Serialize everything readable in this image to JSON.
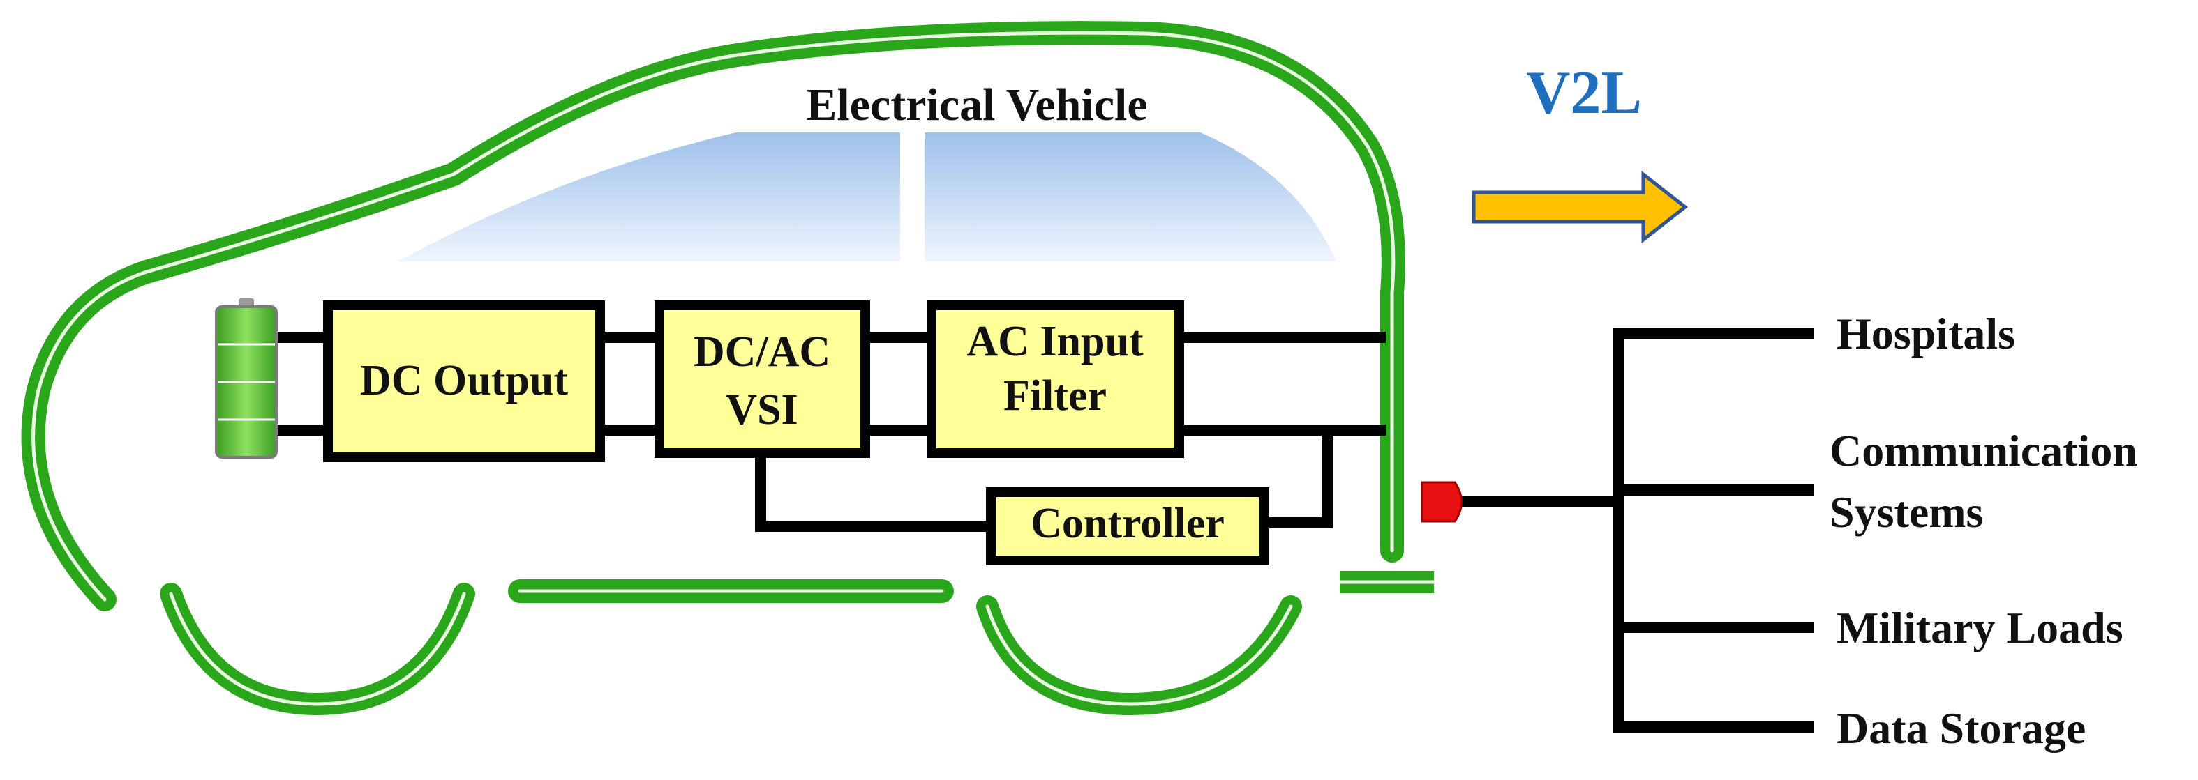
{
  "diagram": {
    "title": "Electrical Vehicle",
    "mode_label": "V2L",
    "blocks": {
      "dc_output": "DC Output",
      "dc_ac_vsi": [
        "DC/AC",
        "VSI"
      ],
      "ac_input_filter": [
        "AC Input",
        "Filter"
      ],
      "controller": "Controller"
    },
    "loads": {
      "hospitals": "Hospitals",
      "communication_systems": [
        "Communication",
        "Systems"
      ],
      "military_loads": "Military Loads",
      "data_storage": "Data Storage"
    }
  },
  "colors": {
    "car_body": "#33bb22",
    "block_fill": "#ffff99",
    "arrow": "#ffc000",
    "arrow_outline": "#2f5597",
    "v2l_text": "#1f6fbf",
    "plug": "#e81010",
    "battery": "#55cc33",
    "window": "#a9c8ee"
  }
}
